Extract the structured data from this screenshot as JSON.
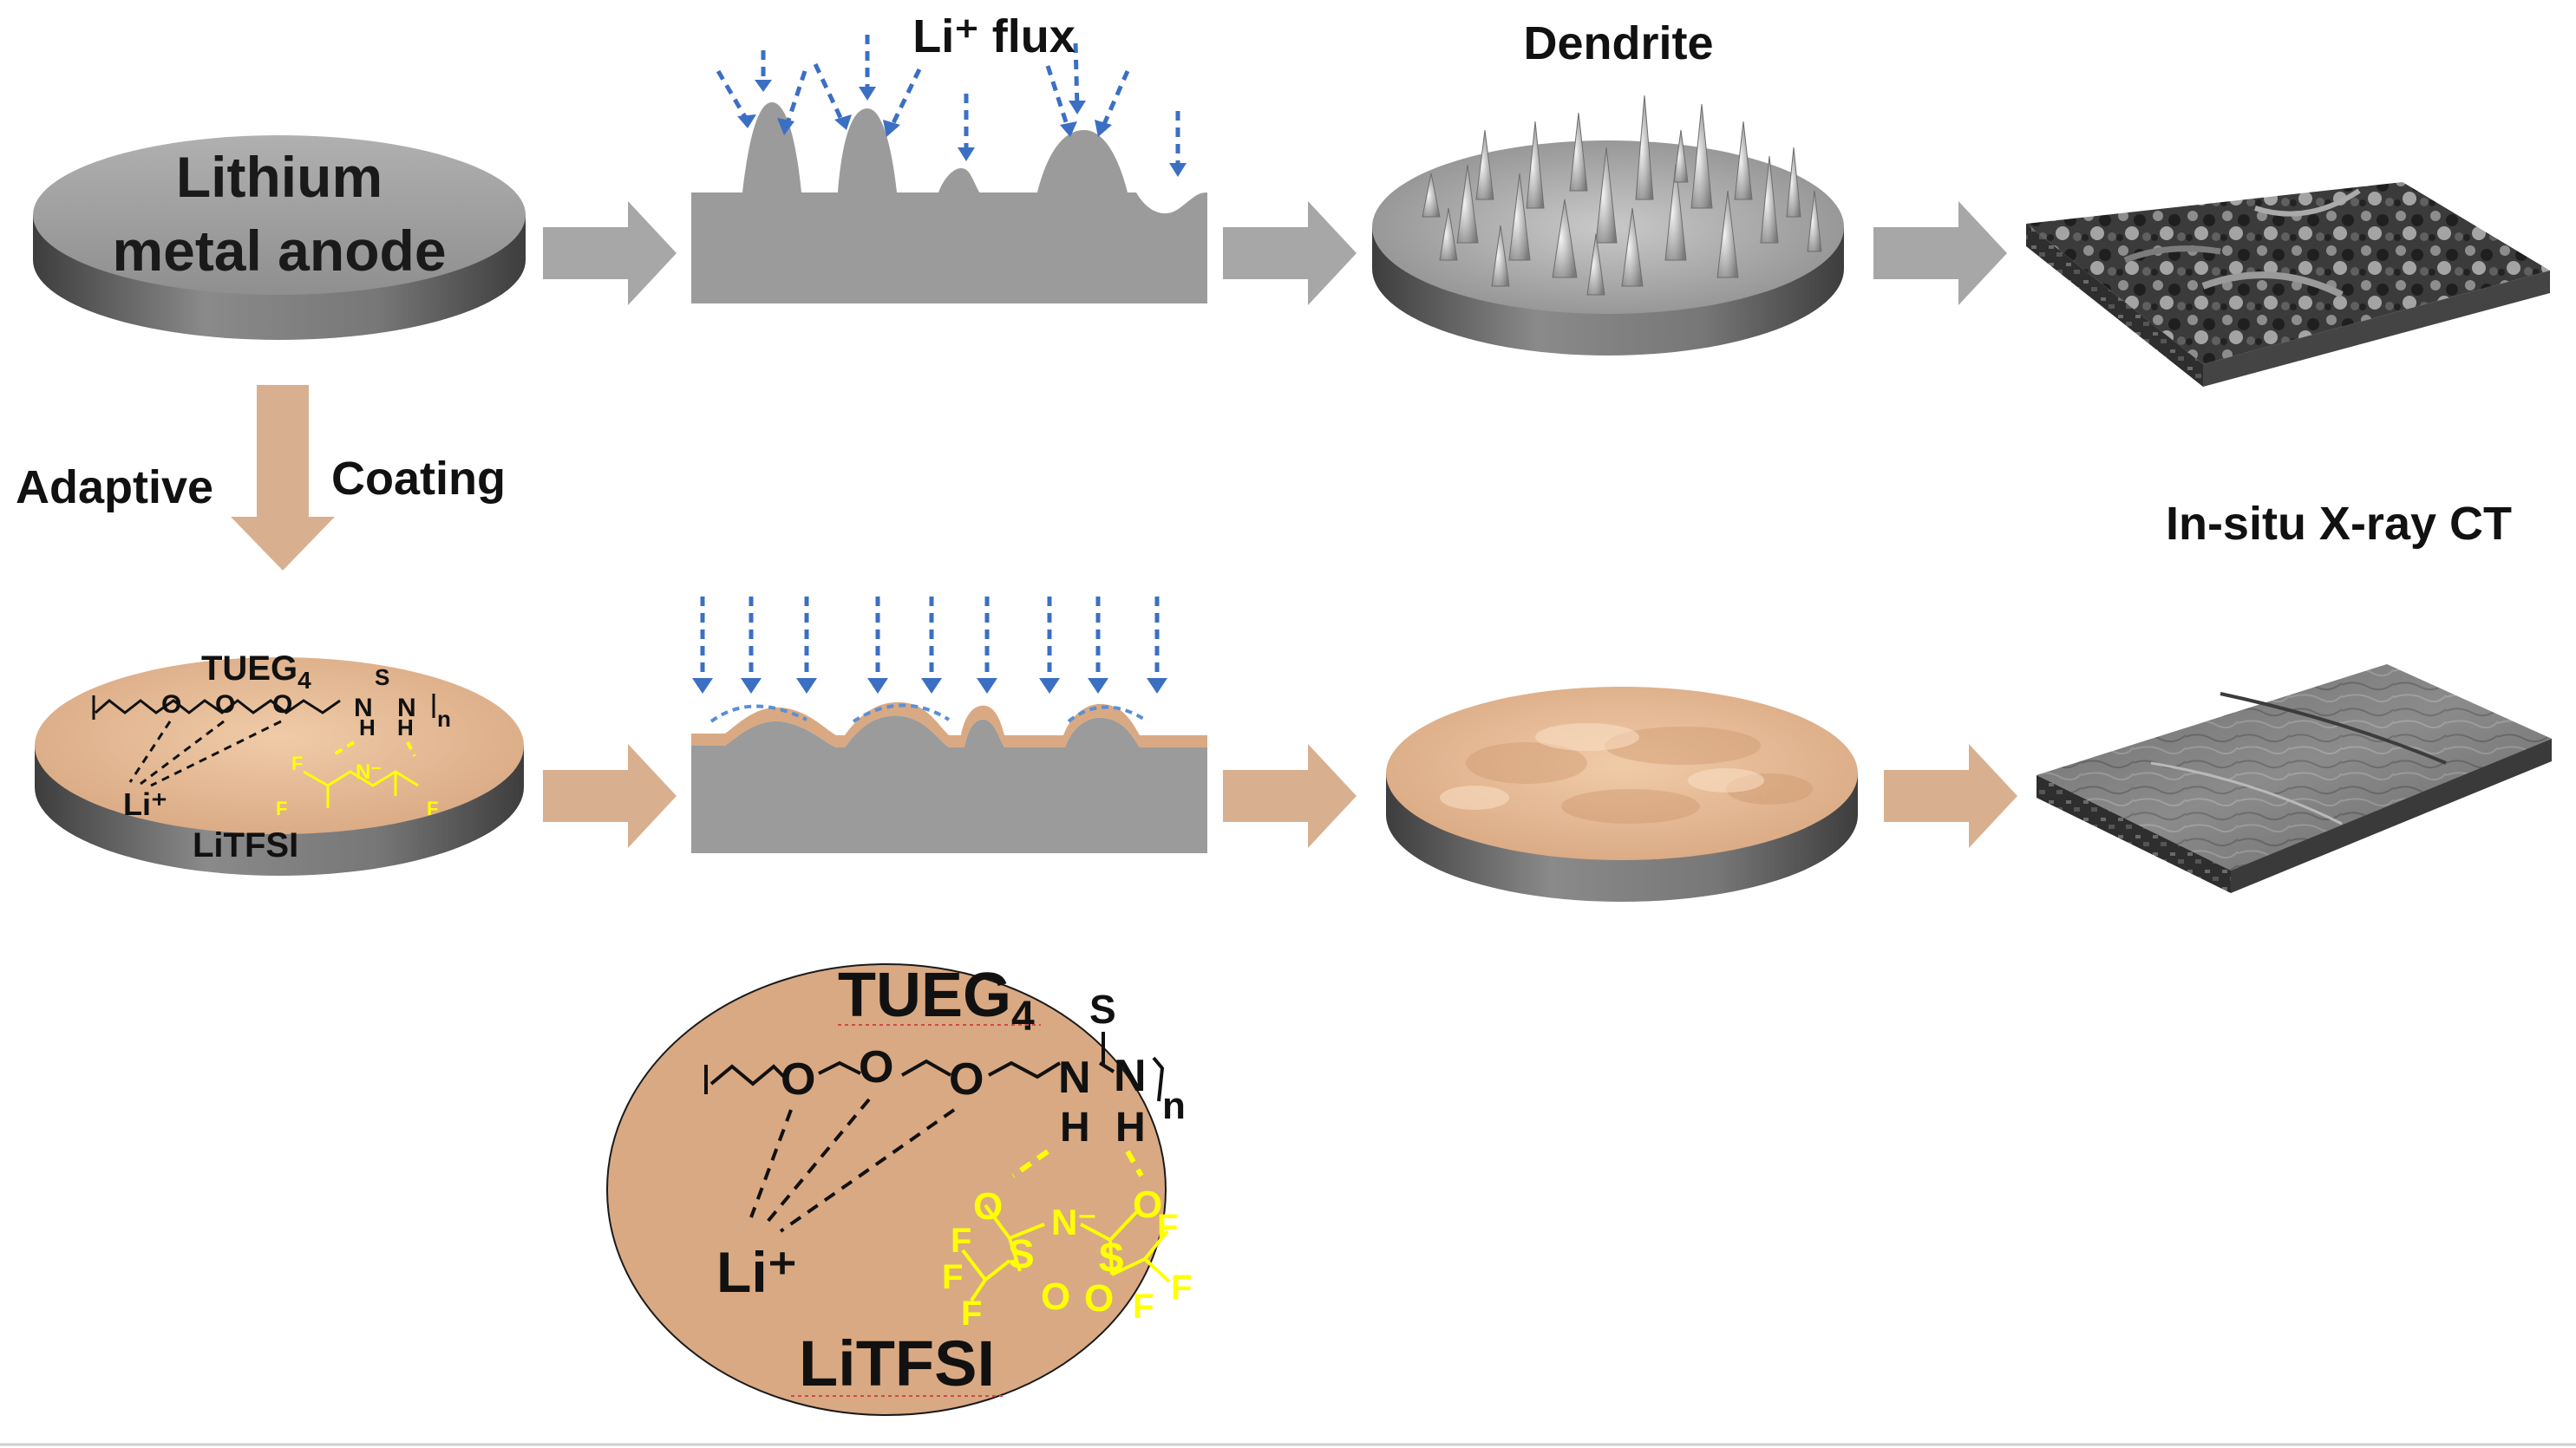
{
  "labels": {
    "anode_line1": "Lithium",
    "anode_line2": "metal anode",
    "li_flux": "Li⁺ flux",
    "dendrite": "Dendrite",
    "adaptive": "Adaptive",
    "coating": "Coating",
    "in_situ": "In-situ X-ray CT"
  },
  "chemistry": {
    "tueg": "TUEG",
    "tueg_sub": "4",
    "oxygen": "O",
    "nitrogen": "N",
    "hydrogen": "H",
    "sulfur": "S",
    "repeat": "n",
    "li_ion": "Li⁺",
    "nitrogen_anion": "N⁻",
    "fluorine": "F",
    "salt": "LiTFSI"
  },
  "colors": {
    "lithium_gray": "#9a9a9a",
    "coating_tan": "#d9a983",
    "coating_light": "#ecc29d",
    "flux_arrow_blue": "#3b6fc4",
    "salt_yellow": "#ffff00"
  },
  "icons": {
    "process_arrow": "block-right-arrow",
    "coating_arrow": "block-down-arrow",
    "flux_arrow": "dashed-down-arrow"
  }
}
